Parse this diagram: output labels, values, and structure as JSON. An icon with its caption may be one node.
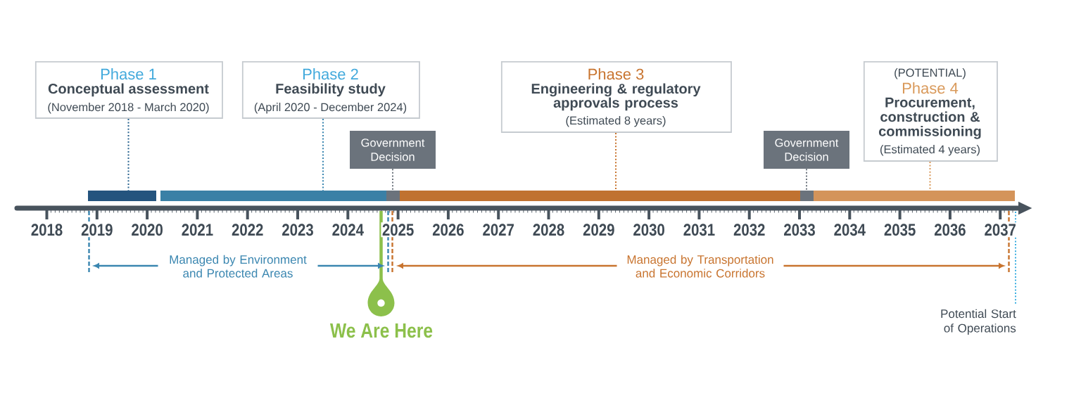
{
  "diagram": {
    "nodes": [
      {
        "text": [
          "Phase 1",
          "Conceptual assessment",
          "(November 2018 - March 2020)"
        ]
      },
      {
        "text": [
          "Phase 2",
          "Feasibility study",
          "(April 2020 - December 2024)"
        ]
      },
      {
        "text": [
          "Government Decision"
        ]
      },
      {
        "text": [
          "Phase 3",
          "Engineering & regulatory approvals process",
          "(Estimated 8 years)"
        ]
      },
      {
        "text": [
          "Government Decision"
        ]
      },
      {
        "text": [
          "(POTENTIAL)",
          "Phase 4",
          "Procurement, construction & commissioning",
          "(Estimated 4 years)"
        ]
      },
      {
        "text": [],
        "shape": "bar"
      },
      {
        "text": [],
        "shape": "bar"
      },
      {
        "text": [],
        "shape": "bar"
      },
      {
        "text": [],
        "shape": "bar"
      },
      {
        "text": [],
        "shape": "bar"
      },
      {
        "text": [],
        "shape": "bar"
      }
    ],
    "edges": [
      {
        "from": 0,
        "to": 6,
        "arrow": "none",
        "color": "#2b6590"
      },
      {
        "from": 1,
        "to": 7,
        "arrow": "none",
        "color": "#3a86b0"
      },
      {
        "from": 2,
        "to": 8,
        "arrow": "none",
        "color": "#6b737c"
      },
      {
        "from": 3,
        "to": 9,
        "arrow": "none",
        "color": "#c8742f"
      },
      {
        "from": 4,
        "to": 10,
        "arrow": "none",
        "color": "#6b737c"
      },
      {
        "from": 5,
        "to": 11,
        "arrow": "none",
        "color": "#d9995a"
      }
    ],
    "labels": [
      "2018",
      "2019",
      "2020",
      "2021",
      "2022",
      "2023",
      "2024",
      "2025",
      "2026",
      "2027",
      "2028",
      "2029",
      "2030",
      "2031",
      "2032",
      "2033",
      "2034",
      "2035",
      "2036",
      "2037",
      "Managed by Environment and Protected Areas",
      "Managed by Transportation and Economic Corridors",
      "Potential Start of Operations",
      "We Are Here"
    ]
  }
}
